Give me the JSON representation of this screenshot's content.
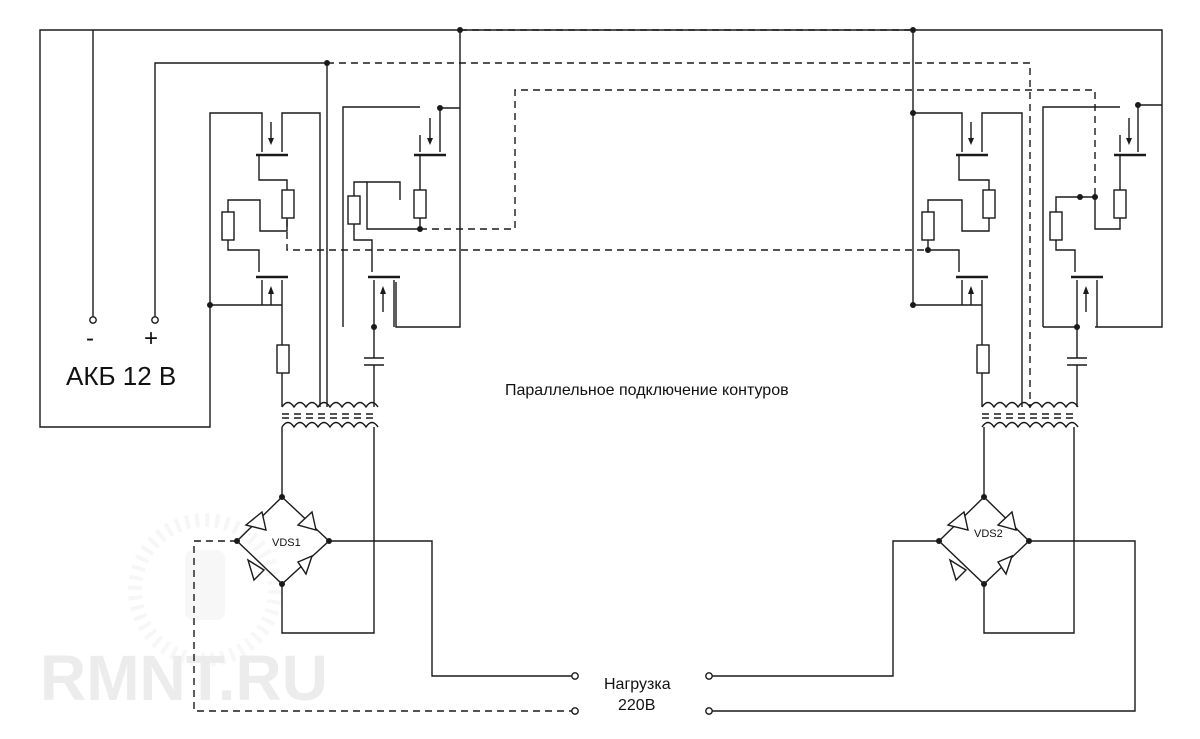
{
  "labels": {
    "battery_minus": "-",
    "battery_plus": "+",
    "battery": "АКБ 12 В",
    "caption": "Параллельное подключение контуров",
    "load_line1": "Нагрузка",
    "load_line2": "220В",
    "bridge_left": "VDS1",
    "bridge_right": "VDS2",
    "watermark": "RMNT.RU"
  },
  "colors": {
    "line": "#1a1a1a",
    "background": "#ffffff",
    "watermark": "#ececec"
  }
}
